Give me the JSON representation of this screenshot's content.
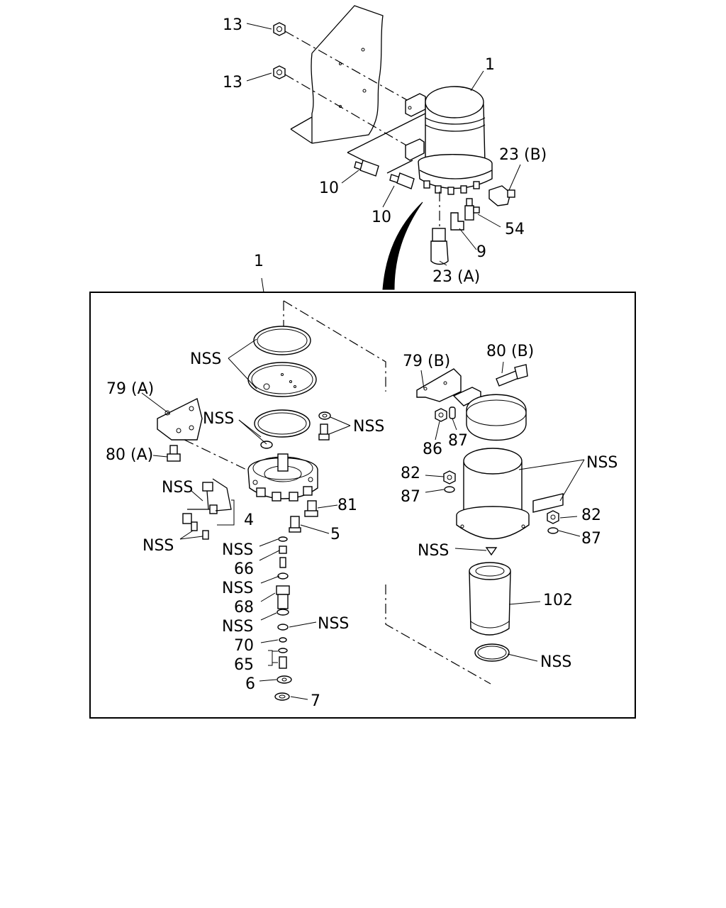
{
  "labels": {
    "l13a": "13",
    "l13b": "13",
    "l1top": "1",
    "l10a": "10",
    "l10b": "10",
    "l23b": "23 (B)",
    "l54": "54",
    "l9": "9",
    "l23a": "23 (A)",
    "l1box": "1",
    "nss1": "NSS",
    "l79a": "79 (A)",
    "nss2": "NSS",
    "nss3": "NSS",
    "l80a": "80 (A)",
    "nss4": "NSS",
    "l4": "4",
    "l81": "81",
    "nss5": "NSS",
    "l5": "5",
    "nss6": "NSS",
    "l66": "66",
    "nss7": "NSS",
    "l68": "68",
    "nss8": "NSS",
    "nss9": "NSS",
    "l70": "70",
    "l65": "65",
    "l6": "6",
    "l7": "7",
    "l79b": "79 (B)",
    "l80b": "80 (B)",
    "l86": "86",
    "l87a": "87",
    "l82a": "82",
    "l87b": "87",
    "nss10": "NSS",
    "l82b": "82",
    "l87c": "87",
    "nss11": "NSS",
    "l102": "102",
    "nss12": "NSS"
  }
}
